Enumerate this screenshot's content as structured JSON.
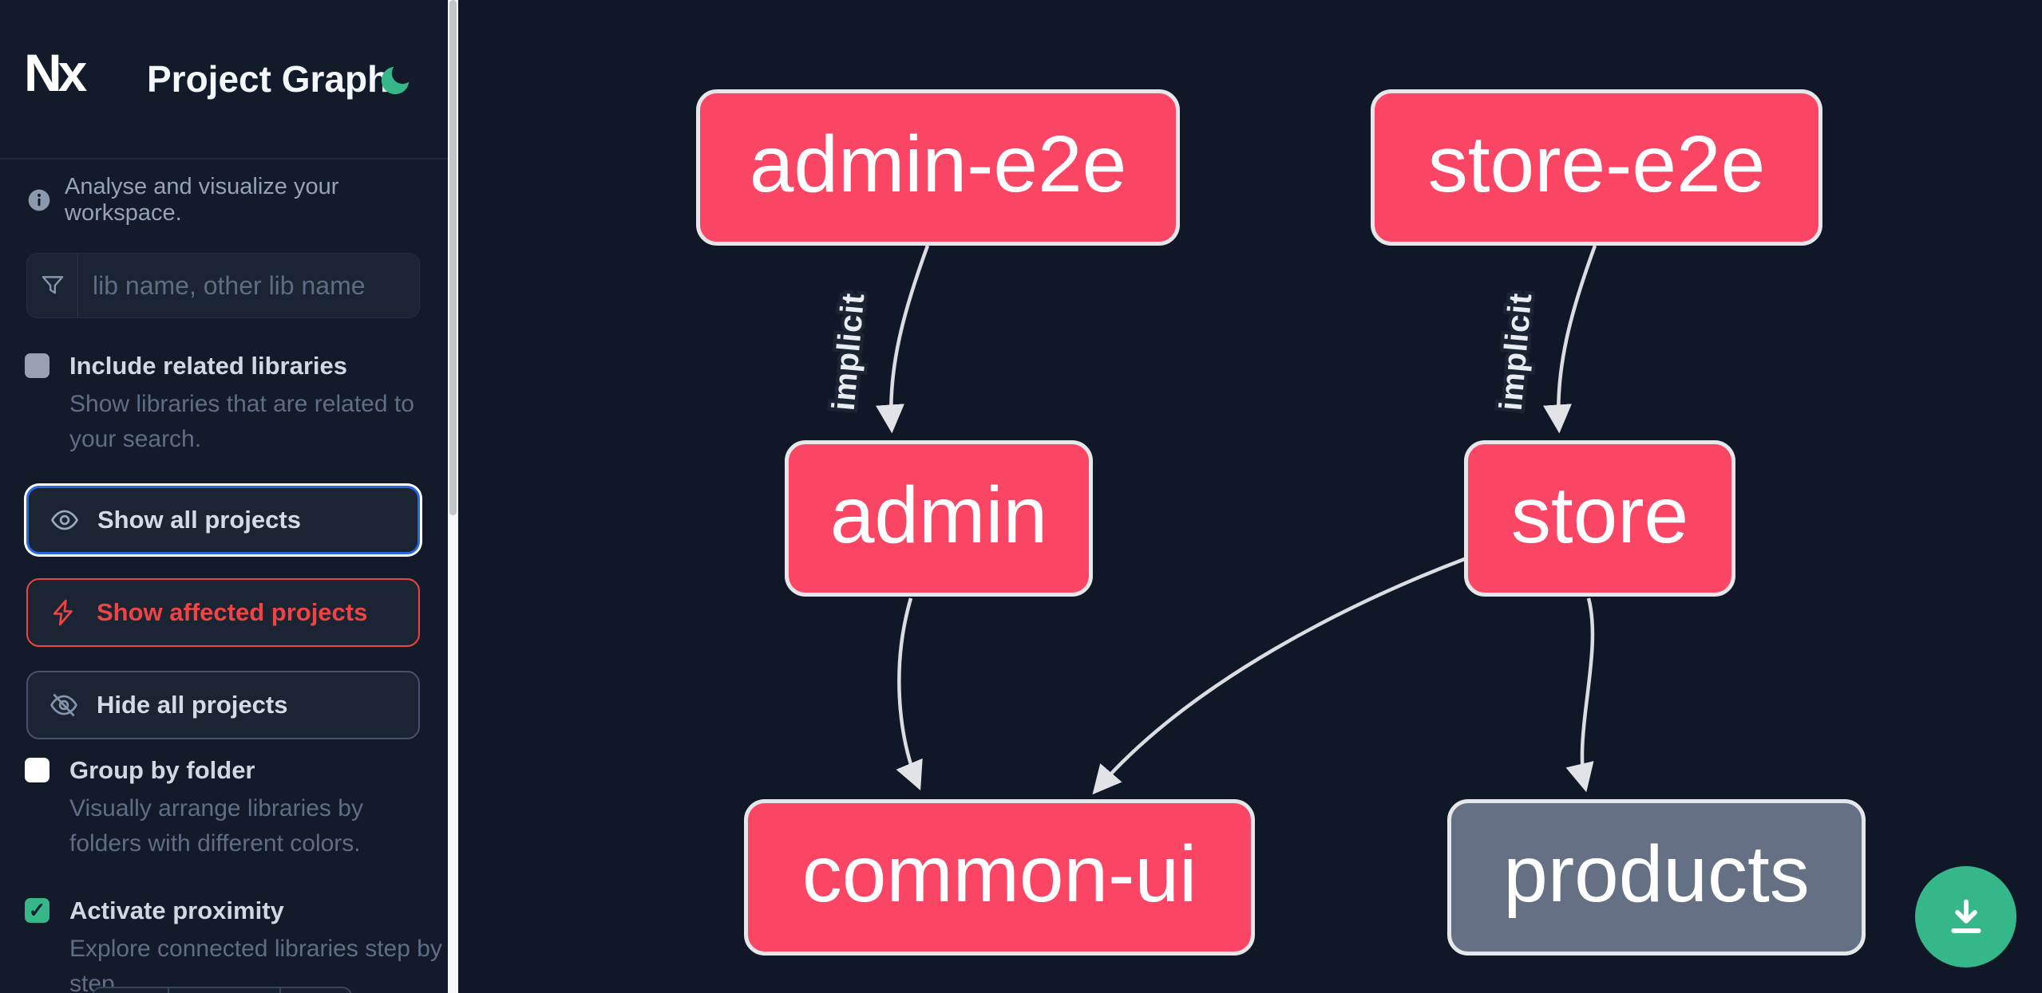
{
  "colors": {
    "affected_pink": "#fa4664",
    "neutral_gray": "#667084",
    "accent_green": "#35b789",
    "focus_blue": "#2967e0",
    "alert_red": "#ef4444",
    "canvas_bg": "#101726",
    "sidebar_bg": "#131a29"
  },
  "header": {
    "logo": "Nx",
    "title": "Project Graph",
    "theme_icon": "moon"
  },
  "sidebar": {
    "tagline": "Analyse and visualize your workspace.",
    "search_placeholder": "lib name, other lib name",
    "include_related": {
      "label": "Include related libraries",
      "description": "Show libraries that are related to your search.",
      "checked": false
    },
    "actions": [
      {
        "label": "Show all projects",
        "icon": "eye",
        "state": "focused"
      },
      {
        "label": "Show affected projects",
        "icon": "bolt",
        "state": "affected"
      },
      {
        "label": "Hide all projects",
        "icon": "eye-slash",
        "state": "default"
      }
    ],
    "group_by_folder": {
      "label": "Group by folder",
      "description": "Visually arrange libraries by folders with different colors.",
      "checked": false
    },
    "activate_proximity": {
      "label": "Activate proximity",
      "description": "Explore connected libraries step by step.",
      "checked": true
    }
  },
  "icons": {
    "checkmark": "✓"
  },
  "graph": {
    "nodes": [
      {
        "id": "admin-e2e",
        "label": "admin-e2e",
        "type": "affected"
      },
      {
        "id": "store-e2e",
        "label": "store-e2e",
        "type": "affected"
      },
      {
        "id": "admin",
        "label": "admin",
        "type": "affected"
      },
      {
        "id": "store",
        "label": "store",
        "type": "affected"
      },
      {
        "id": "common-ui",
        "label": "common-ui",
        "type": "affected"
      },
      {
        "id": "products",
        "label": "products",
        "type": "neutral"
      }
    ],
    "edges": [
      {
        "source": "admin-e2e",
        "target": "admin",
        "label": "implicit"
      },
      {
        "source": "store-e2e",
        "target": "store",
        "label": "implicit"
      },
      {
        "source": "admin",
        "target": "common-ui",
        "label": ""
      },
      {
        "source": "store",
        "target": "common-ui",
        "label": ""
      },
      {
        "source": "store",
        "target": "products",
        "label": ""
      }
    ]
  },
  "fab": {
    "icon": "download"
  }
}
